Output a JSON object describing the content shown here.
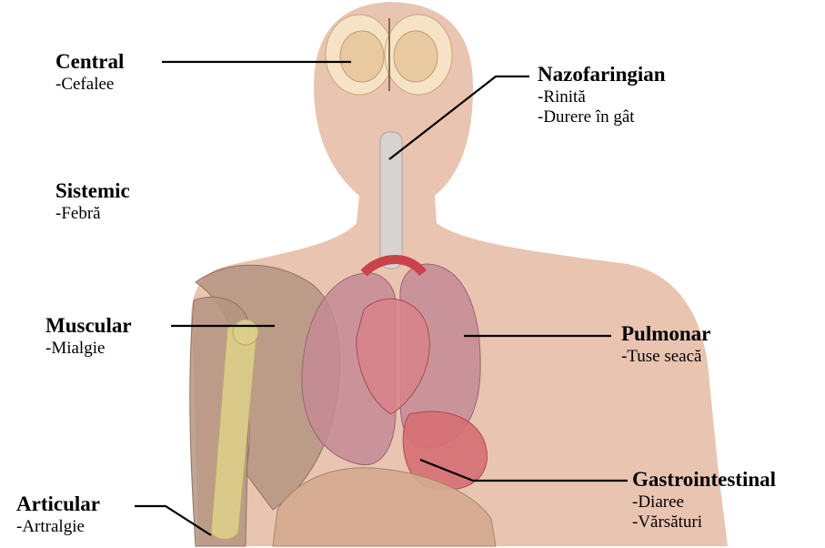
{
  "labels": {
    "central": {
      "title": "Central",
      "symptoms": [
        "-Cefalee"
      ]
    },
    "nazofaringian": {
      "title": "Nazofaringian",
      "symptoms": [
        "-Rinită",
        "-Durere în gât"
      ]
    },
    "sistemic": {
      "title": "Sistemic",
      "symptoms": [
        "-Febră"
      ]
    },
    "muscular": {
      "title": "Muscular",
      "symptoms": [
        "-Mialgie"
      ]
    },
    "pulmonar": {
      "title": "Pulmonar",
      "symptoms": [
        "-Tuse seacă"
      ]
    },
    "articular": {
      "title": "Articular",
      "symptoms": [
        "-Artralgie"
      ]
    },
    "gastrointestinal": {
      "title": "Gastrointestinal",
      "symptoms": [
        "-Diaree",
        "-Vărsături"
      ]
    }
  },
  "colors": {
    "skin": "#e9c4b0",
    "brain_outer": "#f6e3c5",
    "brain_inner": "#e8c9a0",
    "lung": "#c48b95",
    "heart": "#d9838a",
    "stomach": "#d66f74",
    "muscle": "#b49582",
    "bone": "#dccf8a",
    "trachea": "#d7d3d0"
  }
}
